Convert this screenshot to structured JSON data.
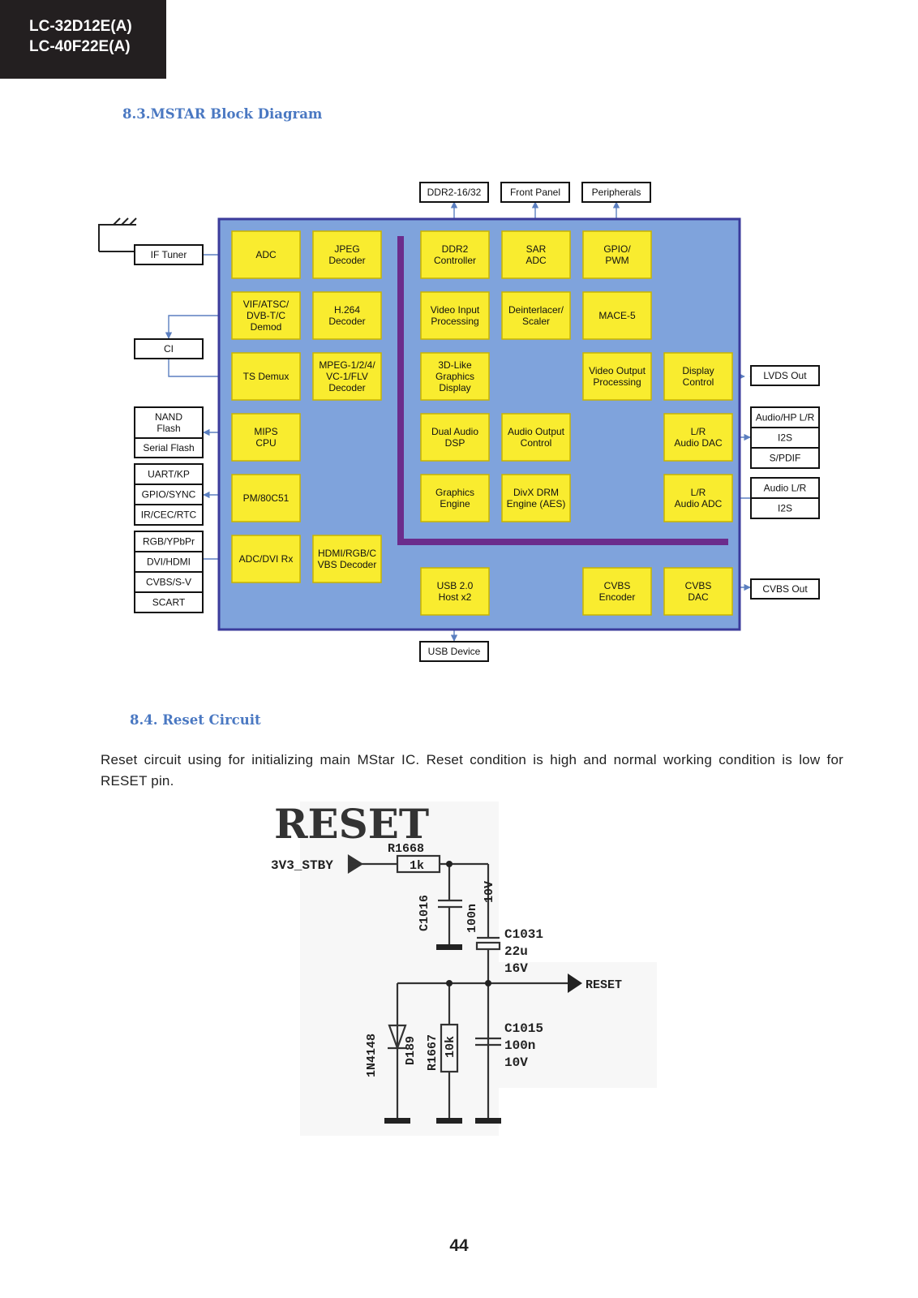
{
  "header": {
    "model_line1": "LC-32D12E(A)",
    "model_line2": "LC-40F22E(A)"
  },
  "section_83": {
    "title": "8.3.MSTAR Block Diagram"
  },
  "block_diagram": {
    "top_external": [
      "DDR2-16/32",
      "Front Panel",
      "Peripherals"
    ],
    "bottom_external": "USB Device",
    "inner_blocks": {
      "adc": "ADC",
      "jpeg": [
        "JPEG",
        "Decoder"
      ],
      "ddr2": [
        "DDR2",
        "Controller"
      ],
      "sar": [
        "SAR",
        "ADC"
      ],
      "gpio_pwm": [
        "GPIO/",
        "PWM"
      ],
      "vif": [
        "VIF/ATSC/",
        "DVB-T/C",
        "Demod"
      ],
      "h264": [
        "H.264",
        "Decoder"
      ],
      "video_input": [
        "Video Input",
        "Processing"
      ],
      "deinterlacer": [
        "Deinterlacer/",
        "Scaler"
      ],
      "mace": "MACE-5",
      "ts_demux": "TS Demux",
      "mpeg": [
        "MPEG-1/2/4/",
        "VC-1/FLV",
        "Decoder"
      ],
      "graphics_3d": [
        "3D-Like",
        "Graphics",
        "Display"
      ],
      "video_output": [
        "Video Output",
        "Processing"
      ],
      "display_control": [
        "Display",
        "Control"
      ],
      "mips": [
        "MIPS",
        "CPU"
      ],
      "dual_audio": [
        "Dual Audio",
        "DSP"
      ],
      "audio_output": [
        "Audio Output",
        "Control"
      ],
      "lr_dac": [
        "L/R",
        "Audio DAC"
      ],
      "pm": "PM/80C51",
      "graphics_engine": [
        "Graphics",
        "Engine"
      ],
      "divx": [
        "DivX DRM",
        "Engine (AES)"
      ],
      "lr_adc": [
        "L/R",
        "Audio ADC"
      ],
      "adc_dvi": "ADC/DVI Rx",
      "hdmi_dec": [
        "HDMI/RGB/C",
        "VBS Decoder"
      ],
      "usb_host": [
        "USB 2.0",
        "Host x2"
      ],
      "cvbs_encoder": [
        "CVBS",
        "Encoder"
      ],
      "cvbs_dac": [
        "CVBS",
        "DAC"
      ]
    },
    "left_external": {
      "if_tuner": "IF Tuner",
      "ci": "CI",
      "flash": [
        "NAND",
        "Flash",
        "Serial Flash"
      ],
      "uart": [
        "UART/KP",
        "GPIO/SYNC",
        "IR/CEC/RTC"
      ],
      "video_inputs": [
        "RGB/YPbPr",
        "DVI/HDMI",
        "CVBS/S-V",
        "SCART"
      ]
    },
    "right_external": {
      "lvds": "LVDS Out",
      "audio_out": [
        "Audio/HP L/R",
        "I2S",
        "S/PDIF"
      ],
      "audio_in": [
        "Audio L/R",
        "I2S"
      ],
      "cvbs_out": "CVBS Out"
    }
  },
  "section_84": {
    "title": "8.4. Reset Circuit",
    "body": "Reset circuit using for initializing main MStar IC. Reset condition is high and normal working condition is low for RESET pin."
  },
  "reset_schematic": {
    "title": "RESET",
    "input_label": "3V3_STBY",
    "output_label": "RESET",
    "r1668": {
      "ref": "R1668",
      "value": "1k"
    },
    "c1016": {
      "ref": "C1016",
      "value": "100n",
      "voltage": "10V"
    },
    "c1031": {
      "ref": "C1031",
      "value": "22u",
      "voltage": "16V"
    },
    "d189": {
      "part": "1N4148",
      "ref": "D189"
    },
    "r1667": {
      "ref": "R1667",
      "value": "10k"
    },
    "c1015": {
      "ref": "C1015",
      "value": "100n",
      "voltage": "10V"
    }
  },
  "page_number": "44",
  "colors": {
    "chip_fill": "#7fa3dc",
    "block_fill": "#f9ec2f",
    "bus": "#6b2c8c",
    "heading": "#4a78c2"
  }
}
